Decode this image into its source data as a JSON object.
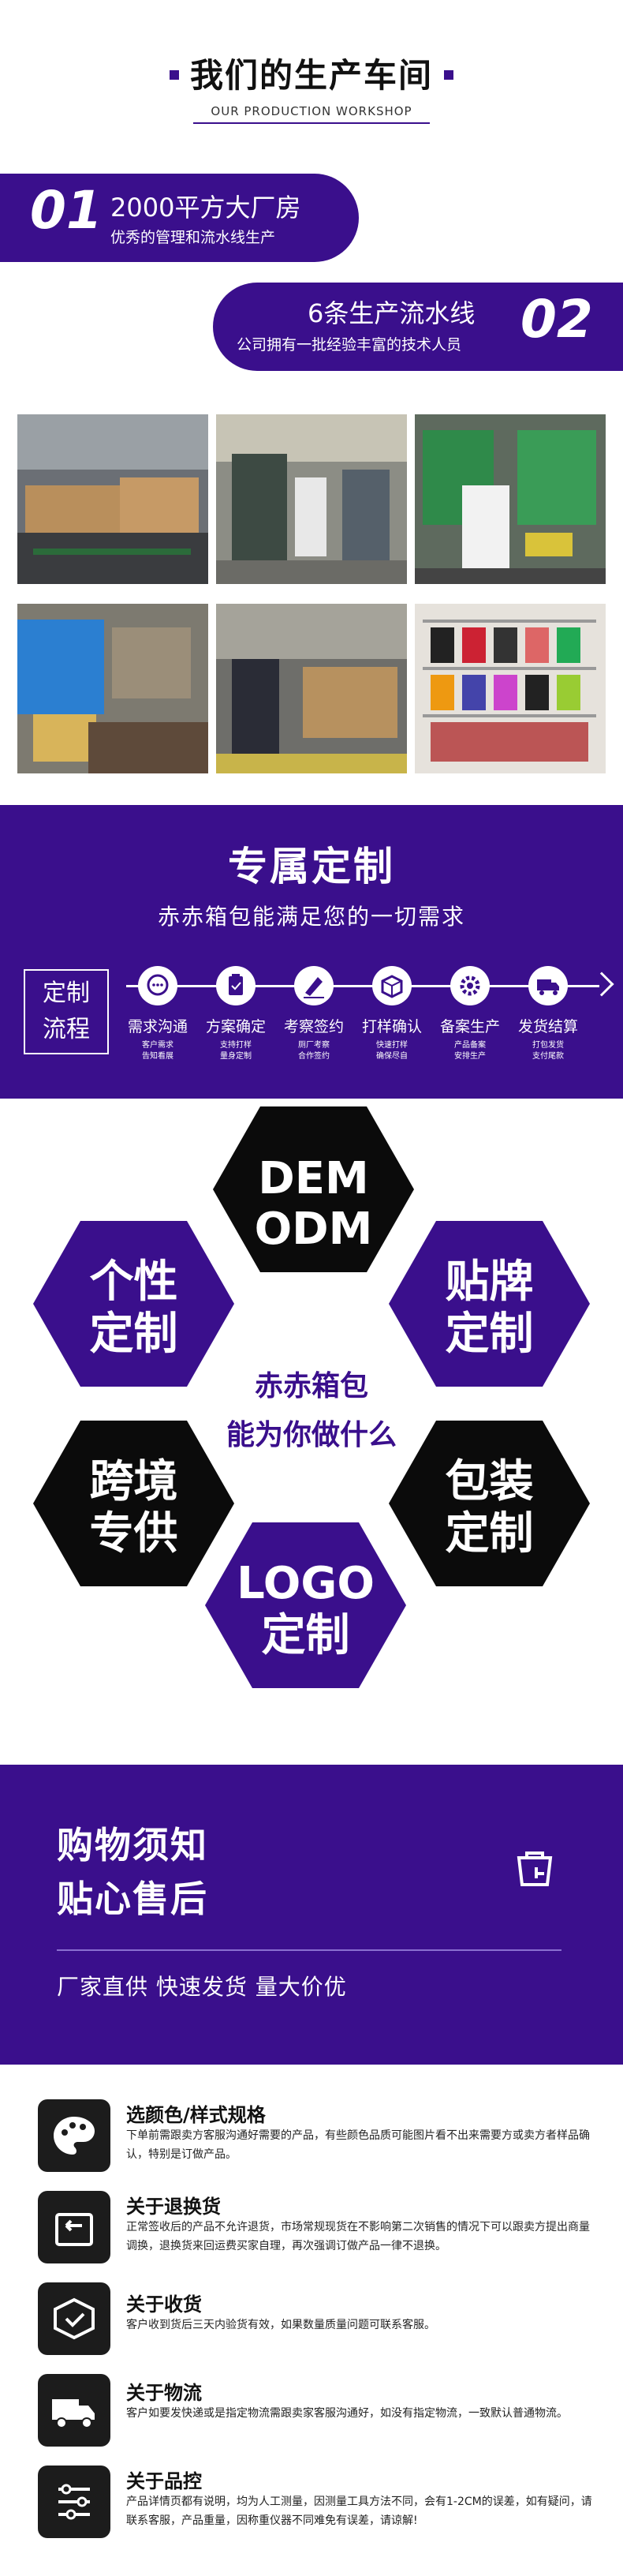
{
  "header": {
    "title": "我们的生产车间",
    "subtitle": "OUR PRODUCTION WORKSHOP"
  },
  "features": [
    {
      "number": "01",
      "headline": "2000平方大厂房",
      "text": "优秀的管理和流水线生产"
    },
    {
      "number": "02",
      "headline": "6条生产流水线",
      "text": "公司拥有一批经验丰富的技术人员"
    }
  ],
  "custom": {
    "title": "专属定制",
    "subtitle": "赤赤箱包能满足您的一切需求",
    "flow_label_1": "定制",
    "flow_label_2": "流程",
    "steps": [
      {
        "label": "需求沟通",
        "desc1": "客户需求",
        "desc2": "告知看展",
        "icon": "chat-icon"
      },
      {
        "label": "方案确定",
        "desc1": "支持打样",
        "desc2": "量身定制",
        "icon": "clipboard-icon"
      },
      {
        "label": "考察签约",
        "desc1": "厕厂考察",
        "desc2": "合作签约",
        "icon": "sign-icon"
      },
      {
        "label": "打样确认",
        "desc1": "快速打样",
        "desc2": "确保尽自",
        "icon": "box-icon"
      },
      {
        "label": "备案生产",
        "desc1": "产品备案",
        "desc2": "安排生产",
        "icon": "gear-icon"
      },
      {
        "label": "发货结算",
        "desc1": "打包发货",
        "desc2": "支付尾款",
        "icon": "truck-icon"
      }
    ]
  },
  "services": {
    "top": [
      "DEM",
      "ODM"
    ],
    "left_top": [
      "个性",
      "定制"
    ],
    "right_top": [
      "贴牌",
      "定制"
    ],
    "left_bottom": [
      "跨境",
      "专供"
    ],
    "right_bottom": [
      "包装",
      "定制"
    ],
    "bottom": [
      "LOGO",
      "定制"
    ],
    "center": [
      "赤赤箱包",
      "能为你做什么"
    ]
  },
  "shopping": {
    "title_1": "购物须知",
    "title_2": "贴心售后",
    "subtitle": "厂家直供 快速发货 量大价优",
    "icon": "shopping-bag-icon"
  },
  "notes": [
    {
      "title": "选颜色/样式规格",
      "text": "下单前需跟卖方客服沟通好需要的产品，有些颜色品质可能图片看不出来需要方或卖方者样品确认，特别是订做产品。",
      "icon": "palette-icon"
    },
    {
      "title": "关于退换货",
      "text": "正常签收后的产品不允许退货，市场常规现货在不影响第二次销售的情况下可以跟卖方提出商量调换，退换货来回运费买家自理，再次强调订做产品一律不退换。",
      "icon": "return-icon"
    },
    {
      "title": "关于收货",
      "text": "客户收到货后三天内验货有效，如果数量质量问题可联系客服。",
      "icon": "package-check-icon"
    },
    {
      "title": "关于物流",
      "text": "客户如要发快递或是指定物流需跟卖家客服沟通好，如没有指定物流，一致默认普通物流。",
      "icon": "truck-icon"
    },
    {
      "title": "关于品控",
      "text": "产品详情页都有说明，均为人工测量，因测量工具方法不同，会有1-2CM的误差，如有疑问，请联系客服，产品重量，因称重仪器不同难免有误差，请谅解!",
      "icon": "quality-control-icon"
    }
  ],
  "colors": {
    "accent": "#3a0f8c",
    "dark": "#111111"
  }
}
